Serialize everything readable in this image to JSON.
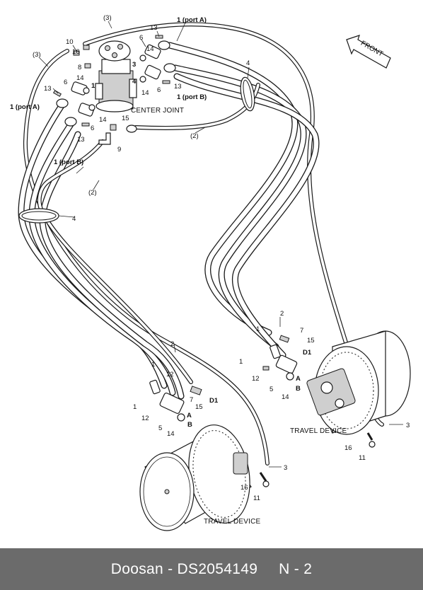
{
  "diagram": {
    "labels": {
      "p3_top": "(3)",
      "p3_left": "(3)",
      "p13_top": "13",
      "p1_portA_top": "1 (port A)",
      "p10": "10",
      "p16_top": "16",
      "p6_top": "6",
      "p14_top": "14",
      "p3_center": "3",
      "p4_center": "4",
      "p14_mid": "14",
      "p6_mid": "6",
      "p13_mid": "13",
      "p1_portB_top": "1 (port B)",
      "p4_top": "4",
      "p8": "8",
      "p14_left": "14",
      "p1_center": "1",
      "p13_left": "13",
      "p6_left": "6",
      "p1_portA_left": "1 (port A)",
      "p6_left2": "6",
      "p14_left2": "14",
      "p15_top": "15",
      "p13_left2": "13",
      "p9": "9",
      "p2_top": "(2)",
      "p1_portB_left": "1 (port B)",
      "p2_left": "(2)",
      "p4_left": "4",
      "p2_right": "2",
      "p7_right": "7",
      "p15_right": "15",
      "p1_right_a": "1",
      "p1_right_b": "1",
      "p12_right": "12",
      "p5_right": "5",
      "pA_right": "A",
      "pB_right": "B",
      "p14_right": "14",
      "pD1_right": "D1",
      "p3_right": "3",
      "p16_right": "16",
      "p11_right": "11",
      "p2_left_low": "2",
      "p1_left_a": "1",
      "p12_left_a": "12",
      "p1_left_b": "1",
      "p7_left": "7",
      "p15_left": "15",
      "pD1_left": "D1",
      "p12_left_b": "12",
      "pA_left": "A",
      "pB_left": "B",
      "p5_left": "5",
      "p14_left_low": "14",
      "p3_left_low": "3",
      "p16_left_low": "16",
      "p11_left_low": "11"
    },
    "captions": {
      "center_joint": "CENTER JOINT",
      "travel_device_right": "TRAVEL DEVICE",
      "travel_device_left": "TRAVEL DEVICE",
      "front_arrow": "FRONT"
    }
  },
  "footer": {
    "brand_part": "Doosan - DS2054149",
    "page": "N - 2"
  }
}
